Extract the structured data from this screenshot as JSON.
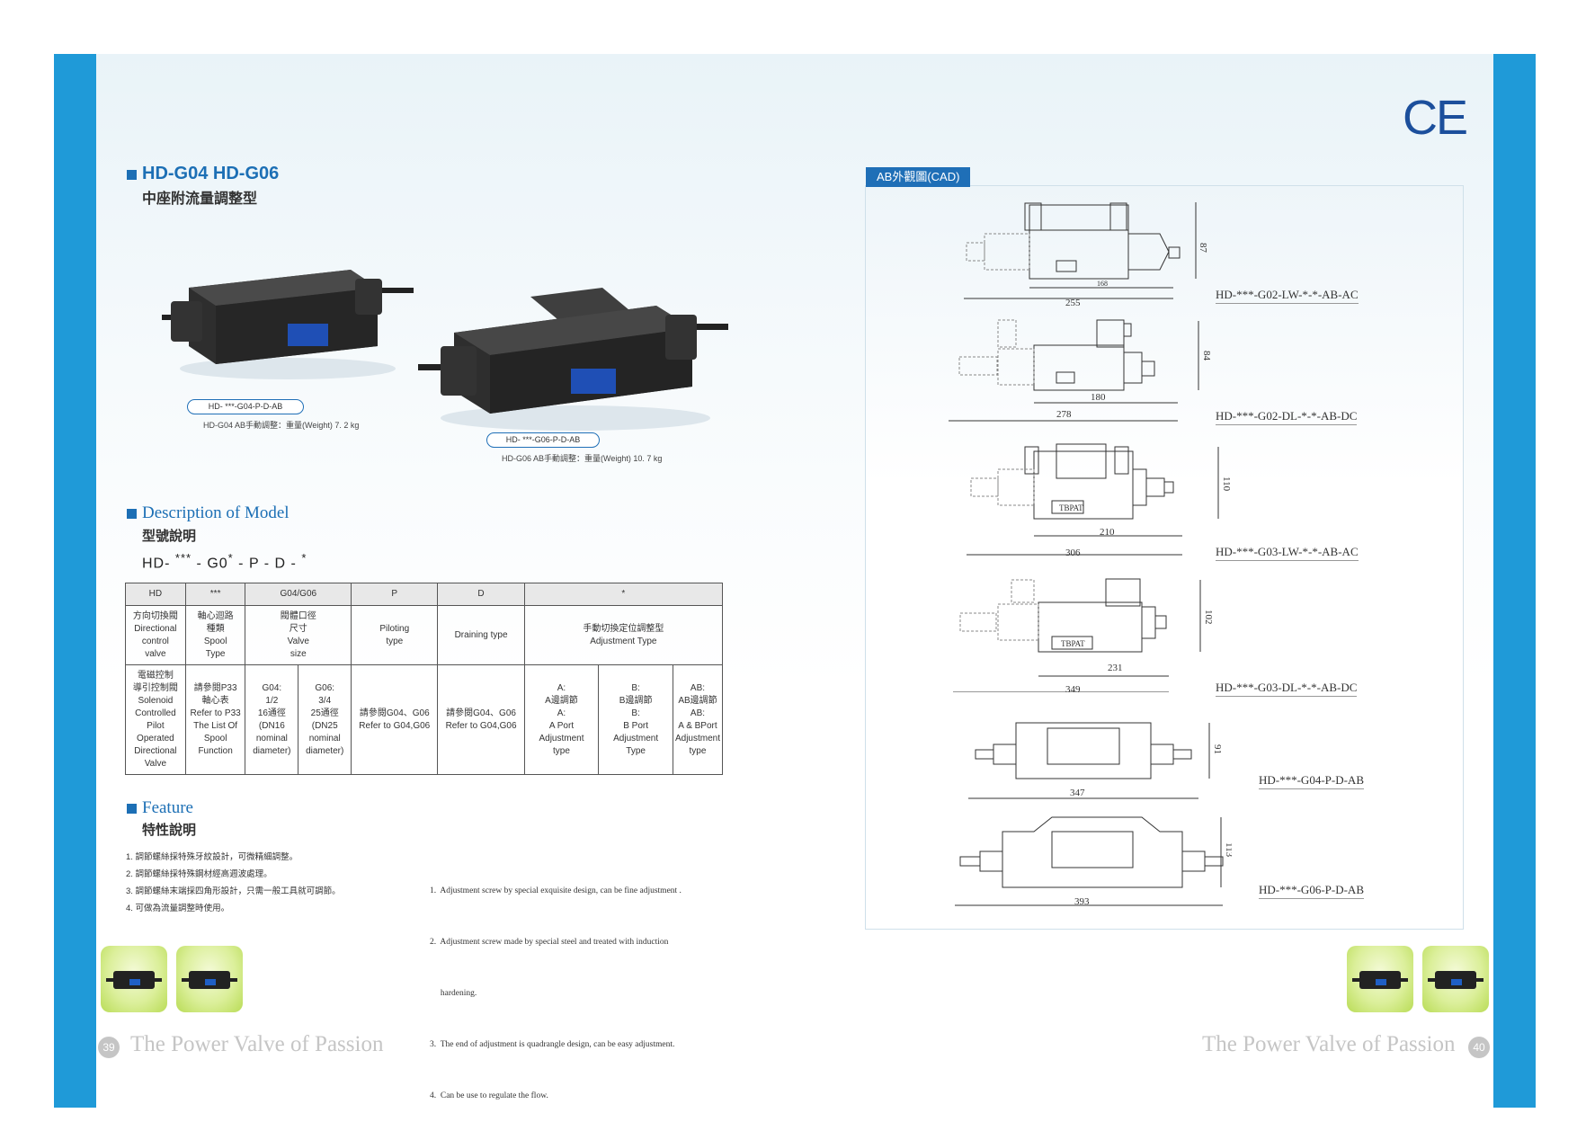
{
  "header": {
    "model_title": "HD-G04  HD-G06",
    "model_subtitle": "中座附流量調整型",
    "ce_mark": "CE"
  },
  "products": [
    {
      "pill": "HD- ***-G04-P-D-AB",
      "caption": "HD-G04 AB手動調整：重量(Weight)  7. 2  kg"
    },
    {
      "pill": "HD- ***-G06-P-D-AB",
      "caption": "HD-G06 AB手動調整：重量(Weight)  10. 7  kg"
    }
  ],
  "description": {
    "title": "Description of Model",
    "subtitle": "型號說明",
    "code_prefix": "HD-",
    "code_stars": "***",
    "code_dash1": "-",
    "code_g0": "G0",
    "code_star_sup": "*",
    "code_rest": "- P - D -",
    "code_end": "*"
  },
  "model_table": {
    "headers": [
      "HD",
      "***",
      "G04/G06",
      "P",
      "D",
      "*"
    ],
    "row1": {
      "hd": [
        "方向切換閥",
        "Directional",
        "control",
        "valve"
      ],
      "spool": [
        "軸心迴路",
        "種類",
        "Spool",
        "Type"
      ],
      "size": [
        "閥體口徑",
        "尺寸",
        "Valve",
        "size"
      ],
      "p": [
        "Piloting",
        "type"
      ],
      "d": [
        "Draining type"
      ],
      "adj": [
        "手動切換定位調整型",
        "Adjustment Type"
      ]
    },
    "row2": {
      "hd": [
        "電磁控制",
        "導引控制閥",
        "Solenoid",
        "Controlled",
        "Pilot",
        "Operated",
        "Directional",
        "Valve"
      ],
      "spool": [
        "請參閱P33",
        "軸心表",
        "Refer to P33",
        "The List Of",
        "Spool",
        "Function"
      ],
      "g04": [
        "G04:",
        "1/2",
        "16通徑",
        "(DN16",
        "nominal",
        "diameter)"
      ],
      "g06": [
        "G06:",
        "3/4",
        "25通徑",
        "(DN25",
        "nominal",
        "diameter)"
      ],
      "p": [
        "請參閱G04、G06",
        "Refer to G04,G06"
      ],
      "d": [
        "請參閱G04、G06",
        "Refer to G04,G06"
      ],
      "a": [
        "A:",
        "A邊調節",
        "A:",
        "A Port",
        "Adjustment",
        "type"
      ],
      "b": [
        "B:",
        "B邊調節",
        "B:",
        "B Port",
        "Adjustment",
        "Type"
      ],
      "ab": [
        "AB:",
        "AB邊調節",
        "AB:",
        "A & BPort",
        "Adjustment",
        "type"
      ]
    }
  },
  "feature": {
    "title": "Feature",
    "subtitle": "特性說明",
    "zh": [
      "1.  調節螺絲採特殊牙紋設計，可微精細調整。",
      "2.  調節螺絲採特殊鋼材經高週波處理。",
      "3.  調節螺絲末端採四角形設計，只需一般工具就可調節。",
      "4.  可做為流量調整時使用。"
    ],
    "en": [
      "1.  Adjustment screw by special exquisite design, can be fine adjustment .",
      "2.  Adjustment screw made by special steel and treated with induction",
      "     hardening.",
      "3.  The end of adjustment is quadrangle design, can be easy adjustment.",
      "4.  Can be use to regulate the flow."
    ]
  },
  "cad": {
    "tab": "AB外觀圖(CAD)",
    "drawings": [
      {
        "label": "HD-***-G02-LW-*-*-AB-AC",
        "dims": [
          "255",
          "168",
          "87"
        ]
      },
      {
        "label": "HD-***-G02-DL-*-*-AB-DC",
        "dims": [
          "278",
          "180",
          "84"
        ]
      },
      {
        "label": "HD-***-G03-LW-*-*-AB-AC",
        "dims": [
          "306",
          "210",
          "110"
        ],
        "tag": "TBPAT"
      },
      {
        "label": "HD-***-G03-DL-*-*-AB-DC",
        "dims": [
          "349",
          "231",
          "102"
        ],
        "tag": "TBPAT"
      },
      {
        "label": "HD-***-G04-P-D-AB",
        "dims": [
          "347",
          "91"
        ]
      },
      {
        "label": "HD-***-G06-P-D-AB",
        "dims": [
          "393",
          "113"
        ]
      }
    ]
  },
  "footer": {
    "left_page": "39",
    "right_page": "40",
    "slogan": "The Power Valve of Passion"
  },
  "colors": {
    "band": "#1f9ad8",
    "accent": "#1c6fb5",
    "thumb": "#c8e46a"
  }
}
